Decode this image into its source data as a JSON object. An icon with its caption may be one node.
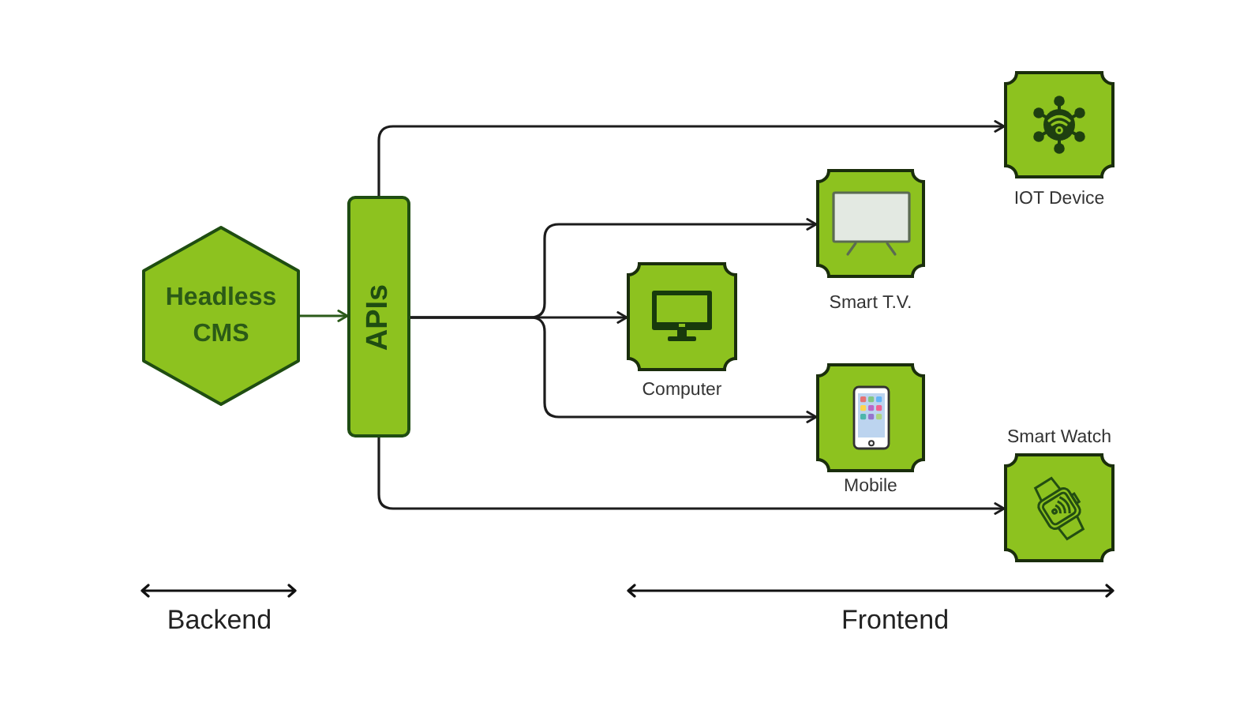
{
  "diagram": {
    "nodes": [
      {
        "text": [
          "Headless CMS"
        ]
      },
      {
        "text": [
          "APIs"
        ]
      },
      {
        "text": [],
        "shape": "box",
        "beside": [
          "IOT Device"
        ]
      },
      {
        "text": [],
        "shape": "box",
        "beside": [
          "Smart T.V."
        ]
      },
      {
        "text": [],
        "shape": "box",
        "beside": [
          "Computer"
        ]
      },
      {
        "text": [],
        "shape": "box",
        "beside": [
          "Mobile"
        ]
      },
      {
        "text": [],
        "shape": "box",
        "beside": [
          "Smart Watch"
        ]
      }
    ],
    "edges": [
      {
        "from": 0,
        "to": 1,
        "arrow": "to",
        "color": "#2b5a1a"
      },
      {
        "from": 1,
        "to": 2,
        "arrow": "to"
      },
      {
        "from": 1,
        "to": 3,
        "arrow": "to"
      },
      {
        "from": 1,
        "to": 4,
        "arrow": "to"
      },
      {
        "from": 1,
        "to": 5,
        "arrow": "to"
      },
      {
        "from": 1,
        "to": 6,
        "arrow": "to"
      }
    ],
    "labels": [
      "Backend",
      "Frontend"
    ]
  }
}
